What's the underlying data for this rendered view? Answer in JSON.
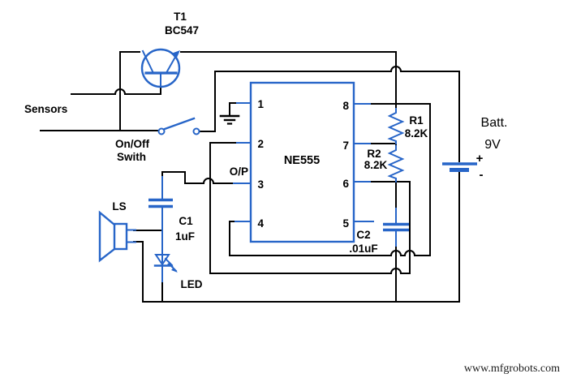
{
  "diagram": {
    "transistor": {
      "designator": "T1",
      "part": "BC547"
    },
    "sensors_label": "Sensors",
    "switch": {
      "line1": "On/Off",
      "line2": "Swith"
    },
    "ic": {
      "name": "NE555",
      "output_label": "O/P",
      "pins_left": [
        "1",
        "2",
        "3",
        "4"
      ],
      "pins_right": [
        "8",
        "7",
        "6",
        "5"
      ]
    },
    "resistors": {
      "r1": {
        "name": "R1",
        "value": "8.2K"
      },
      "r2": {
        "name": "R2",
        "value": "8.2K"
      }
    },
    "capacitors": {
      "c1": {
        "name": "C1",
        "value": "1uF"
      },
      "c2": {
        "name": "C2",
        "value": ".01uF"
      }
    },
    "battery": {
      "name": "Batt.",
      "voltage": "9V",
      "positive": "+",
      "negative": "-"
    },
    "speaker_label": "LS",
    "led_label": "LED",
    "watermark": "www.mfgrobots.com",
    "colors": {
      "wire": "#000000",
      "component": "#2765C8",
      "background": "#FFFFFF"
    }
  }
}
